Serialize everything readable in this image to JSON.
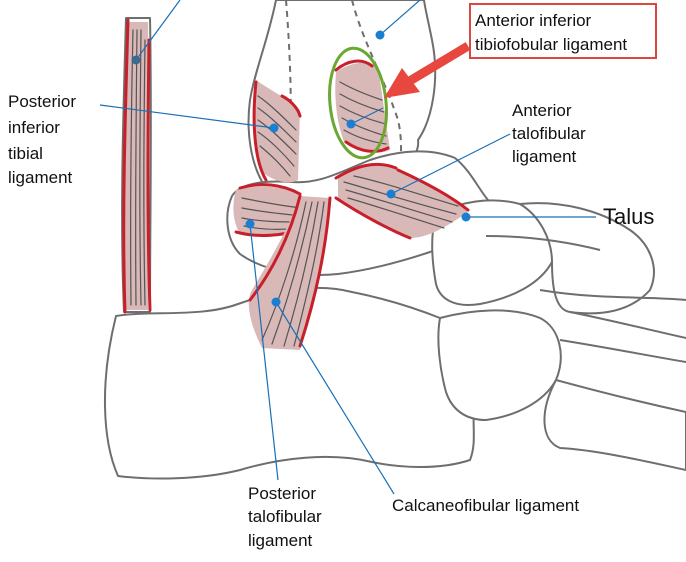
{
  "labels": {
    "posterior_inferior_tibial": [
      "Posterior",
      "inferior",
      "tibial",
      "ligament"
    ],
    "anterior_inferior_tibiofibular": [
      "Anterior inferior",
      "tibiofobular ligament"
    ],
    "anterior_talofibular": [
      "Anterior",
      "talofibular",
      "ligament"
    ],
    "talus": "Talus",
    "posterior_talofibular": [
      "Posterior",
      "talofibular",
      "ligament"
    ],
    "calcaneofibular": "Calcaneofibular ligament"
  },
  "colors": {
    "bone_outline": "#6e6e6e",
    "ligament_fill": "#d9b8b8",
    "ligament_edge": "#c8202a",
    "leader_line": "#1a6fb5",
    "highlight_ellipse": "#6aa832",
    "callout_arrow": "#e8473f",
    "callout_border": "#d9473f"
  }
}
